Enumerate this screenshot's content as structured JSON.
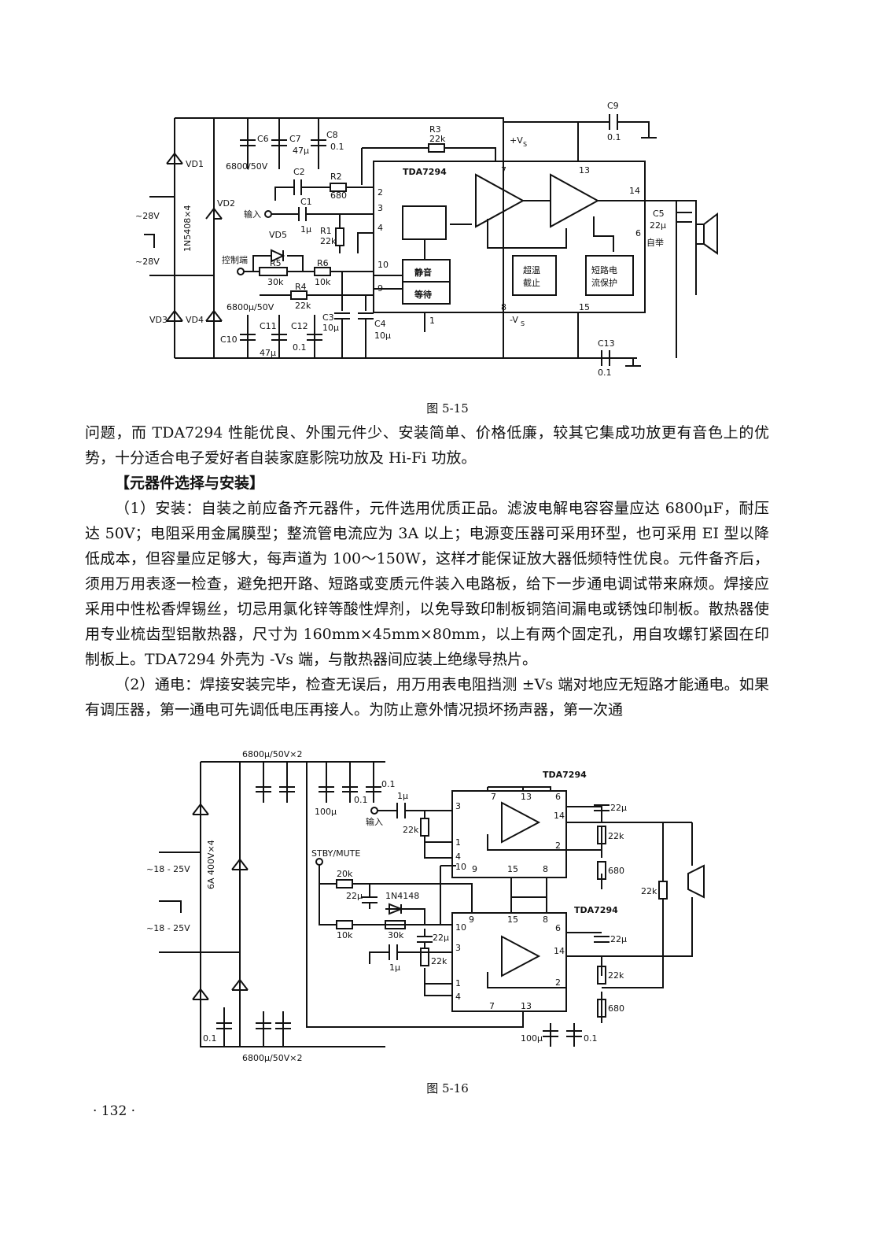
{
  "fig1": {
    "caption": "图  5-15",
    "labels": {
      "vd1": "VD1",
      "vd2": "VD2",
      "vd3": "VD3",
      "vd4": "VD4",
      "bridge": "1N5408×4",
      "ac1": "~28V",
      "ac2": "~28V",
      "c6": "C6",
      "c7": "C7",
      "c7v": "47μ",
      "c8": "C8",
      "c8v": "0.1",
      "c6v": "6800/50V",
      "c9": "C9",
      "c9v": "0.1",
      "r3": "R3",
      "r3v": "22k",
      "vs_pos": "+V",
      "vs_sub": "S",
      "ic": "TDA7294",
      "c2": "C2",
      "r2": "R2",
      "r2v": "680",
      "input": "输入",
      "c1": "C1",
      "c1v": "1μ",
      "r1": "R1",
      "r1v": "22k",
      "vd5": "VD5",
      "ctrl": "控制端",
      "r5": "R5",
      "r5v": "30k",
      "r6": "R6",
      "r6v": "10k",
      "r4": "R4",
      "r4v": "22k",
      "mute": "静音",
      "standby": "等待",
      "thermal1": "超温",
      "thermal2": "截止",
      "short1": "短路电",
      "short2": "流保护",
      "c5": "C5",
      "c5v": "22μ",
      "selfboot": "自举",
      "c10v": "6800μ/50V",
      "c10": "C10",
      "c11": "C11",
      "c11v": "47μ",
      "c12": "C12",
      "c12v": "0.1",
      "c3": "C3",
      "c3v": "10μ",
      "c4": "C4",
      "c4v": "10μ",
      "vs_neg": "-V",
      "vs_neg_sub": "S",
      "c13": "C13",
      "c13v": "0.1",
      "p1": "1",
      "p2": "2",
      "p3": "3",
      "p4": "4",
      "p6": "6",
      "p7": "7",
      "p8": "8",
      "p9": "9",
      "p10": "10",
      "p13": "13",
      "p14": "14",
      "p15": "15"
    }
  },
  "body": {
    "para1": "问题，而 TDA7294 性能优良、外围元件少、安装简单、价格低廉，较其它集成功放更有音色上的优势，十分适合电子爱好者自装家庭影院功放及 Hi-Fi 功放。",
    "heading": "【元器件选择与安装】",
    "para2": "（1）安装：自装之前应备齐元器件，元件选用优质正品。滤波电解电容容量应达 6800μF，耐压达 50V；电阻采用金属膜型；整流管电流应为 3A 以上；电源变压器可采用环型，也可采用 EI 型以降低成本，但容量应足够大，每声道为 100～150W，这样才能保证放大器低频特性优良。元件备齐后，须用万用表逐一检查，避免把开路、短路或变质元件装入电路板，给下一步通电调试带来麻烦。焊接应采用中性松香焊锡丝，切忌用氯化锌等酸性焊剂，以免导致印制板铜箔间漏电或锈蚀印制板。散热器使用专业梳齿型铝散热器，尺寸为 160mm×45mm×80mm，以上有两个固定孔，用自攻螺钉紧固在印制板上。TDA7294 外壳为 -Vs 端，与散热器间应装上绝缘导热片。",
    "para3": "（2）通电：焊接安装完毕，检查无误后，用万用表电阻挡测 ±Vs 端对地应无短路才能通电。如果有调压器，第一通电可先调低电压再接人。为防止意外情况损坏扬声器，第一次通"
  },
  "fig2": {
    "caption": "图  5-16",
    "labels": {
      "cap_top": "6800μ/50V×2",
      "cap_bot": "6800μ/50V×2",
      "ic1": "TDA7294",
      "ic2": "TDA7294",
      "bridge": "6A 400V×4",
      "ac1": "~18 - 25V",
      "ac2": "~18 - 25V",
      "c100a": "100μ",
      "c01a": "0.1",
      "c01b": "0.1",
      "c1u": "1μ",
      "input": "输入",
      "r22ka": "22k",
      "stby": "STBY/MUTE",
      "r20k": "20k",
      "c22u": "22μ",
      "d": "1N4148",
      "r10k": "10k",
      "r30k": "30k",
      "c22ub": "22μ",
      "c1ub": "1μ",
      "r22kb": "22k",
      "c22uo1": "22μ",
      "r22ko1": "22k",
      "r680a": "680",
      "rbridge": "22k",
      "c22uo2": "22μ",
      "r22ko2": "22k",
      "r680b": "680",
      "c01c": "0.1",
      "c100b": "100μ",
      "c01d": "0.1",
      "a3": "3",
      "a7": "7",
      "a13": "13",
      "a6": "6",
      "a14": "14",
      "a2": "2",
      "a1": "1",
      "a4": "4",
      "a10": "10",
      "a9": "9",
      "a15": "15",
      "a8": "8",
      "b10": "10",
      "b9": "9",
      "b15": "15",
      "b8": "8",
      "b3": "3",
      "b6": "6",
      "b14": "14",
      "b2": "2",
      "b1": "1",
      "b4": "4",
      "b7": "7",
      "b13": "13"
    }
  },
  "page_number": "· 132 ·"
}
